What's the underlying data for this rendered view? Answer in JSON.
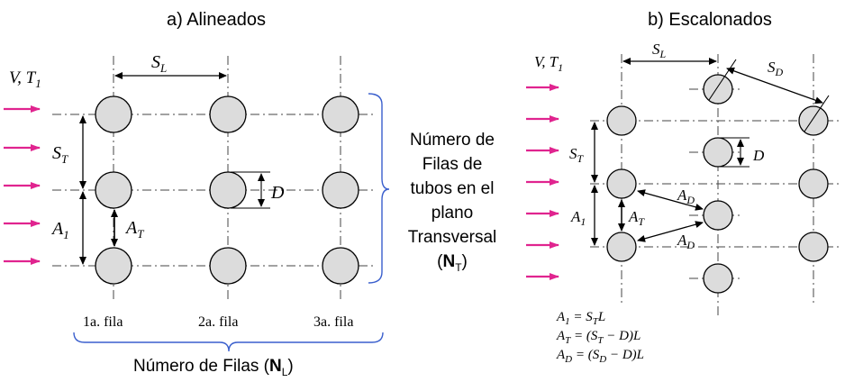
{
  "panel_a": {
    "title": "a) Alineados",
    "flow_label": "V, T",
    "flow_sub": "1",
    "sl_label": "S",
    "sl_sub": "L",
    "st_label": "S",
    "st_sub": "T",
    "a1_label": "A",
    "a1_sub": "1",
    "at_label": "A",
    "at_sub": "T",
    "d_label": "D",
    "row1": "1a. fila",
    "row2": "2a. fila",
    "row3": "3a. fila",
    "nt_lines": [
      "Número de",
      "Filas de",
      "tubos en el",
      "plano",
      "Transversal"
    ],
    "nt_symbol": "N",
    "nt_sub": "T",
    "nl_text": "Número de Filas (",
    "nl_symbol": "N",
    "nl_sub": "L",
    "nl_close": ")",
    "nt_open": "(",
    "nt_close": ")"
  },
  "panel_b": {
    "title": "b) Escalonados",
    "flow_label": "V, T",
    "flow_sub": "1",
    "sl_label": "S",
    "sl_sub": "L",
    "sd_label": "S",
    "sd_sub": "D",
    "st_label": "S",
    "st_sub": "T",
    "d_label": "D",
    "a1_label": "A",
    "a1_sub": "1",
    "at_label": "A",
    "at_sub": "T",
    "ad_label": "A",
    "ad_sub": "D",
    "eq1": "A₁ = S_T L",
    "eq1_parts": [
      "A",
      "1",
      " = S",
      "T",
      "L"
    ],
    "eq2_parts": [
      "A",
      "T",
      " = (S",
      "T",
      " − D)L"
    ],
    "eq3_parts": [
      "A",
      "D",
      " = (S",
      "D",
      " − D)L"
    ]
  },
  "colors": {
    "arrow": "#e0248f",
    "tube_fill": "#dcdcdc",
    "brace": "#3a5fcd",
    "line": "#000000"
  }
}
